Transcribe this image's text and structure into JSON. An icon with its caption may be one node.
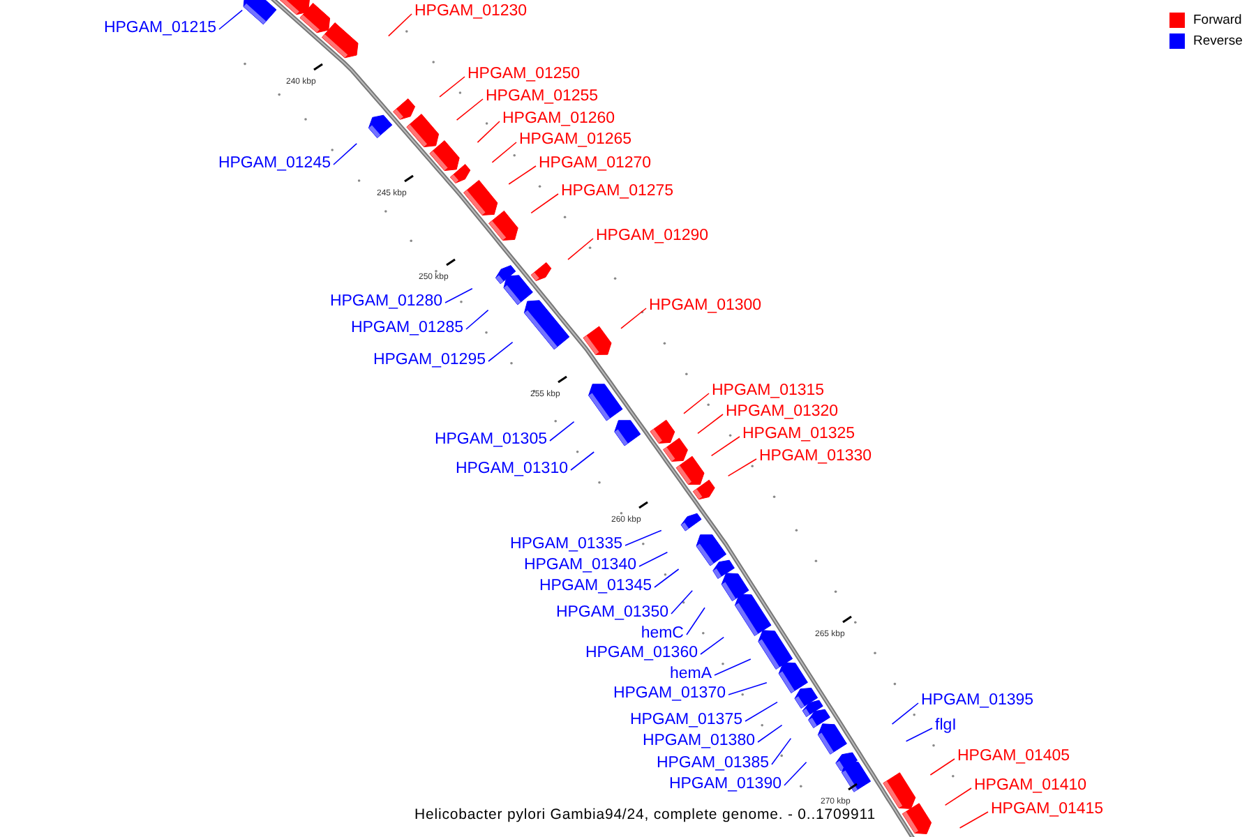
{
  "diagram": {
    "caption": "Helicobacter pylori Gambia94/24, complete genome. - 0..1709911",
    "nodes": [
      {
        "text": [
          "HPGAM_01230"
        ]
      },
      {
        "text": [
          "HPGAM_01215"
        ]
      },
      {
        "text": [
          "HPGAM_01250"
        ]
      },
      {
        "text": [
          "HPGAM_01255"
        ]
      },
      {
        "text": [
          "HPGAM_01260"
        ]
      },
      {
        "text": [
          "HPGAM_01265"
        ]
      },
      {
        "text": [
          "HPGAM_01245"
        ]
      },
      {
        "text": [
          "HPGAM_01270"
        ]
      },
      {
        "text": [
          "HPGAM_01275"
        ]
      },
      {
        "text": [
          "HPGAM_01290"
        ]
      },
      {
        "text": [
          "HPGAM_01280"
        ]
      },
      {
        "text": [
          "HPGAM_01300"
        ]
      },
      {
        "text": [
          "HPGAM_01285"
        ]
      },
      {
        "text": [
          "HPGAM_01295"
        ]
      },
      {
        "text": [
          "HPGAM_01315"
        ]
      },
      {
        "text": [
          "HPGAM_01320"
        ]
      },
      {
        "text": [
          "HPGAM_01325"
        ]
      },
      {
        "text": [
          "HPGAM_01305"
        ]
      },
      {
        "text": [
          "HPGAM_01330"
        ]
      },
      {
        "text": [
          "HPGAM_01310"
        ]
      },
      {
        "text": [
          "HPGAM_01335"
        ]
      },
      {
        "text": [
          "HPGAM_01340"
        ]
      },
      {
        "text": [
          "HPGAM_01345"
        ]
      },
      {
        "text": [
          "HPGAM_01350"
        ]
      },
      {
        "text": [
          "hemC"
        ]
      },
      {
        "text": [
          "HPGAM_01360"
        ]
      },
      {
        "text": [
          "hemA"
        ]
      },
      {
        "text": [
          "HPGAM_01370"
        ]
      },
      {
        "text": [
          "HPGAM_01395"
        ]
      },
      {
        "text": [
          "HPGAM_01375"
        ]
      },
      {
        "text": [
          "flgI"
        ]
      },
      {
        "text": [
          "HPGAM_01380"
        ]
      },
      {
        "text": [
          "HPGAM_01405"
        ]
      },
      {
        "text": [
          "HPGAM_01385"
        ]
      },
      {
        "text": [
          "HPGAM_01390"
        ]
      },
      {
        "text": [
          "HPGAM_01410"
        ]
      },
      {
        "text": [
          "HPGAM_01415"
        ]
      }
    ],
    "edges": [
      {
        "from": 0,
        "to": null,
        "arrow": "none",
        "color": "#ff0000"
      },
      {
        "from": 1,
        "to": null,
        "arrow": "none"
      },
      {
        "from": 2,
        "to": null,
        "arrow": "none",
        "color": "#ff0000"
      },
      {
        "from": 3,
        "to": null,
        "arrow": "none",
        "color": "#ff0000"
      },
      {
        "from": 4,
        "to": null,
        "arrow": "none",
        "color": "#ff0000"
      },
      {
        "from": 5,
        "to": null,
        "arrow": "none",
        "color": "#ff0000"
      },
      {
        "from": 6,
        "to": null,
        "arrow": "none"
      },
      {
        "from": 7,
        "to": null,
        "arrow": "none",
        "color": "#ff0000"
      },
      {
        "from": 8,
        "to": null,
        "arrow": "none",
        "color": "#ff0000"
      },
      {
        "from": 9,
        "to": null,
        "arrow": "none",
        "color": "#ff0000"
      },
      {
        "from": 10,
        "to": null,
        "arrow": "none"
      },
      {
        "from": 11,
        "to": null,
        "arrow": "none",
        "color": "#ff0000"
      },
      {
        "from": 12,
        "to": null,
        "arrow": "none"
      },
      {
        "from": 13,
        "to": null,
        "arrow": "none"
      },
      {
        "from": 14,
        "to": null,
        "arrow": "none",
        "color": "#ff0000"
      },
      {
        "from": 15,
        "to": null,
        "arrow": "none",
        "color": "#ff0000"
      },
      {
        "from": 16,
        "to": null,
        "arrow": "none",
        "color": "#ff0000"
      },
      {
        "from": 17,
        "to": null,
        "arrow": "none"
      },
      {
        "from": 18,
        "to": null,
        "arrow": "none",
        "color": "#ff0000"
      },
      {
        "from": 19,
        "to": null,
        "arrow": "none"
      },
      {
        "from": 20,
        "to": null,
        "arrow": "none"
      },
      {
        "from": 21,
        "to": null,
        "arrow": "none"
      },
      {
        "from": 22,
        "to": null,
        "arrow": "none"
      },
      {
        "from": 23,
        "to": null,
        "arrow": "none"
      },
      {
        "from": 24,
        "to": null,
        "arrow": "none"
      },
      {
        "from": 25,
        "to": null,
        "arrow": "none"
      },
      {
        "from": 26,
        "to": null,
        "arrow": "none"
      },
      {
        "from": 27,
        "to": null,
        "arrow": "none"
      },
      {
        "from": 28,
        "to": null,
        "arrow": "none"
      },
      {
        "from": 29,
        "to": null,
        "arrow": "none"
      },
      {
        "from": 30,
        "to": null,
        "arrow": "none"
      },
      {
        "from": 31,
        "to": null,
        "arrow": "none"
      },
      {
        "from": 32,
        "to": null,
        "arrow": "none",
        "color": "#ff0000"
      },
      {
        "from": 33,
        "to": null,
        "arrow": "none"
      },
      {
        "from": 34,
        "to": null,
        "arrow": "none"
      },
      {
        "from": 35,
        "to": null,
        "arrow": "none",
        "color": "#ff0000"
      },
      {
        "from": 36,
        "to": null,
        "arrow": "none",
        "color": "#ff0000"
      }
    ],
    "labels": [
      "240 kbp",
      "245 kbp",
      "250 kbp",
      "255 kbp",
      "260 kbp",
      "265 kbp",
      "270 kbp"
    ],
    "legend": [
      {
        "text": "Forward",
        "color": "#ff0000"
      },
      {
        "text": "Reverse",
        "color": "#0000ff"
      }
    ]
  }
}
